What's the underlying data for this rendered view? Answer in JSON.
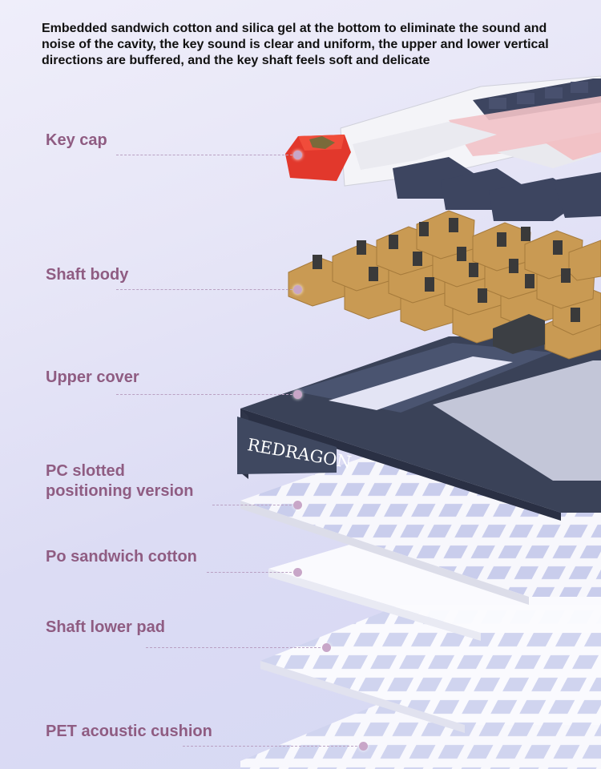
{
  "headline": "Embedded sandwich cotton and silica gel at the bottom to eliminate the sound and noise of the cavity, the key sound is clear and uniform, the upper and lower vertical directions are buffered, and the key shaft feels soft and delicate",
  "brand": "REDRAGON",
  "labels": {
    "keycap": "Key cap",
    "shaft_body": "Shaft body",
    "upper_cover": "Upper cover",
    "pc_line1": "PC slotted",
    "pc_line2": "positioning version",
    "po_cotton": "Po sandwich cotton",
    "lower_pad": "Shaft lower pad",
    "pet_cushion": "PET acoustic cushion"
  },
  "colors": {
    "label": "#8f5c82",
    "keycap_red": "#e2382c",
    "keycap_navy": "#3d4560",
    "switch_tan": "#c99a53",
    "frame_navy": "#3a4258"
  }
}
